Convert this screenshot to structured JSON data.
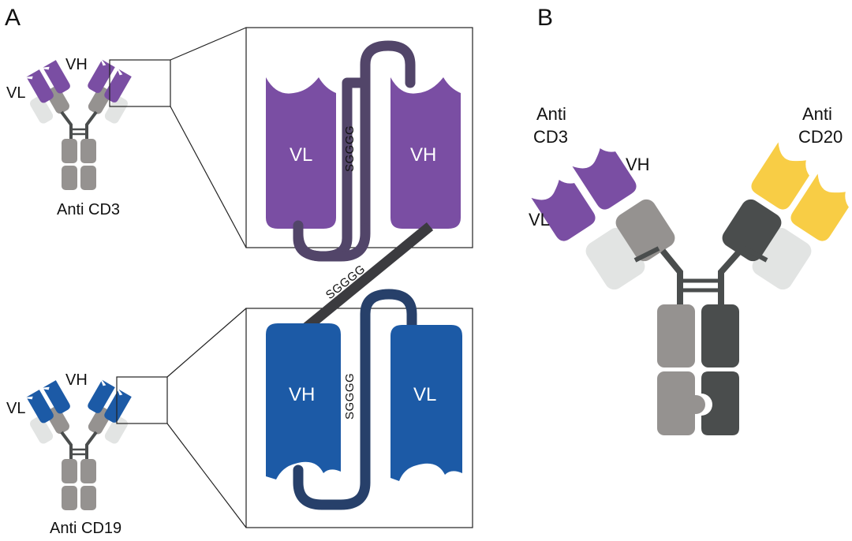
{
  "panels": {
    "a": "A",
    "b": "B"
  },
  "colors": {
    "purple": "#7a4ea3",
    "blue": "#1c5aa6",
    "yellow": "#f8cd45",
    "gray": "#959290",
    "light": "#e2e4e3",
    "dark": "#4a4d4d",
    "linker_purple": "#524569",
    "linker_dark": "#3b3b3f",
    "linker_navy": "#27406a"
  },
  "panel_a": {
    "top_antibody": {
      "vh": "VH",
      "vl": "VL",
      "name": "Anti CD3"
    },
    "bottom_antibody": {
      "vh": "VH",
      "vl": "VL",
      "name": "Anti CD19"
    },
    "top_scfv": {
      "left_domain": "VL",
      "right_domain": "VH",
      "linker": "SGGGG"
    },
    "middle_linker": "SGGGG",
    "bottom_scfv": {
      "left_domain": "VH",
      "right_domain": "VL",
      "linker": "SGGGG"
    }
  },
  "panel_b": {
    "left_arm_name_line1": "Anti",
    "left_arm_name_line2": "CD3",
    "right_arm_name_line1": "Anti",
    "right_arm_name_line2": "CD20",
    "vh": "VH",
    "vl": "VL"
  }
}
